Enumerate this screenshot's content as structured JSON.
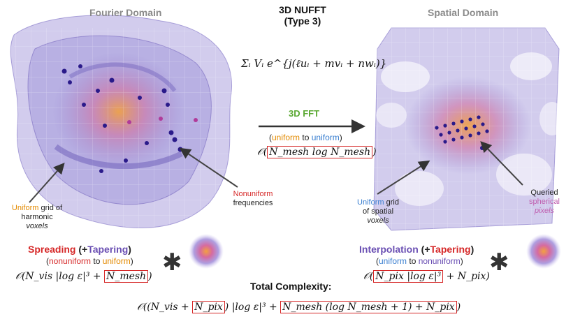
{
  "titles": {
    "fourier": "Fourier Domain",
    "nufft_line1": "3D NUFFT",
    "nufft_line2": "(Type 3)",
    "spatial": "Spatial Domain"
  },
  "sum_formula": "Σᵢ Vᵢ e^{j(ℓuᵢ + mvᵢ + nwᵢ)}",
  "fft": {
    "label": "3D FFT",
    "uniform_a": "uniform",
    "to": "to",
    "uniform_b": "uniform",
    "complexity_prefix": "𝒪(",
    "complexity_boxed": "N_mesh log N_mesh",
    "complexity_suffix": ")"
  },
  "left_labels": {
    "uniform": "Uniform",
    "grid_of": "grid of",
    "harmonic": "harmonic",
    "voxels": "voxels",
    "nonuniform": "Nonuniform",
    "frequencies": "frequencies"
  },
  "right_labels": {
    "uniform": "Uniform",
    "grid": "grid",
    "of_spatial": "of spatial",
    "voxels": "voxels",
    "queried": "Queried",
    "spherical": "spherical",
    "pixels": "pixels"
  },
  "spreading": {
    "word": "Spreading",
    "tapering_open": "(+",
    "tapering": "Tapering",
    "tapering_close": ")",
    "nonuniform": "nonuniform",
    "to": "to",
    "uniform": "uniform",
    "complexity_prefix": "𝒪(N_vis |log ε|³ + ",
    "complexity_boxed": "N_mesh",
    "complexity_suffix": ")"
  },
  "interpolation": {
    "word": "Interpolation",
    "tapering_open": "(+",
    "tapering": "Tapering",
    "tapering_close": ")",
    "uniform": "uniform",
    "to": "to",
    "nonuniform": "nonuniform",
    "complexity_prefix": "𝒪(",
    "complexity_boxed": "N_pix |log ε|³",
    "complexity_suffix": " + N_pix)"
  },
  "convolution_symbol": "✱",
  "total": {
    "label": "Total Complexity:",
    "part1": "𝒪((N_vis + ",
    "boxed1": "N_pix",
    "part2": ") |log ε|³ + ",
    "boxed2": "N_mesh (log N_mesh + 1) + N_pix",
    "part3": ")"
  },
  "colors": {
    "red": "#d62828",
    "orange": "#e38a00",
    "blue": "#3a7fd0",
    "purple": "#6a4fb3",
    "green": "#5aa832",
    "pink": "#c05fb0",
    "volume": "#9b8fd6"
  }
}
